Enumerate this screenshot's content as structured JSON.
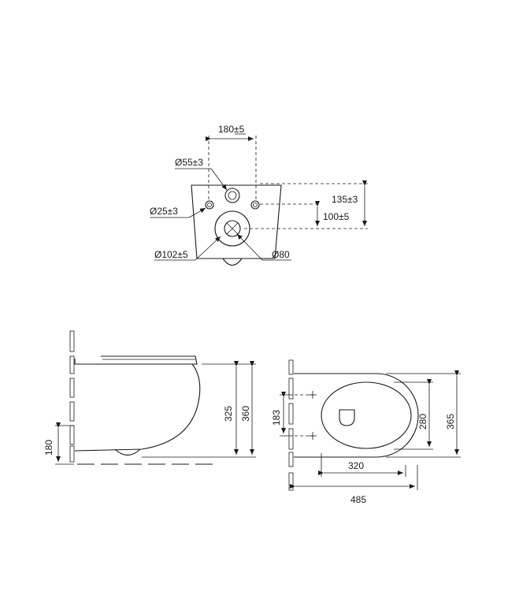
{
  "top_view": {
    "dim_width": "180±5",
    "dim_flush": "Ø55±3",
    "dim_bolt": "Ø25±3",
    "dim_height_a": "135±3",
    "dim_height_b": "100±5",
    "dim_outlet": "Ø102±5",
    "dim_drain": "Ø80"
  },
  "side_view": {
    "dim_bolt_height": "180",
    "dim_rim_height": "325",
    "dim_total_height": "360"
  },
  "plan_view": {
    "dim_bolt_spacing": "183",
    "dim_bowl_width": "320",
    "dim_length": "485",
    "dim_inner_width": "280",
    "dim_outer_width": "365"
  }
}
